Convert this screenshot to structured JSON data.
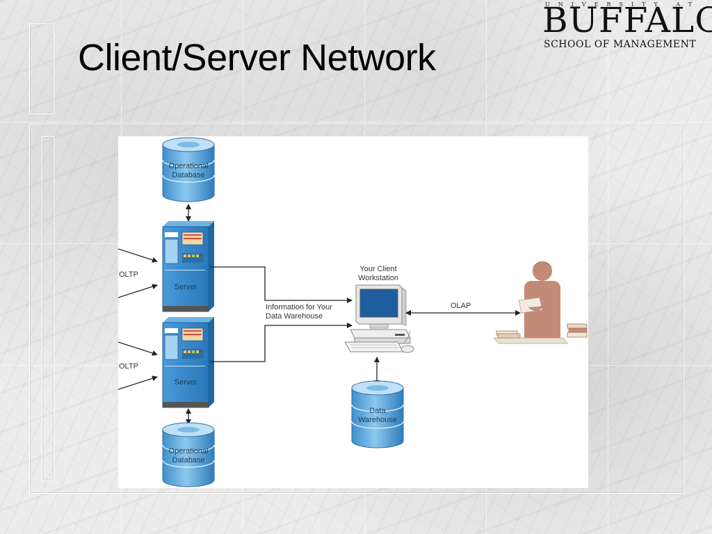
{
  "slide": {
    "title": "Client/Server Network"
  },
  "logo": {
    "top_text": "UNIVERSITY AT",
    "main_text": "BUFFALO",
    "sub_text": "SCHOOL OF MANAGEMENT"
  },
  "diagram": {
    "db_top_label": "Operational\nDatabase",
    "server_top_label": "Server",
    "oltp_top_label": "OLTP",
    "server_bottom_label": "Server",
    "oltp_bottom_label": "OLTP",
    "db_bottom_label": "Operational\nDatabase",
    "info_label": "Information for Your\nData Warehouse",
    "client_label": "Your Client\nWorkstation",
    "olap_label": "OLAP",
    "warehouse_label": "Data\nWarehouse",
    "colors": {
      "cylinder": "#5aa7dc",
      "server": "#3d8fd0",
      "person": "#c48a78",
      "arrow": "#222222"
    }
  }
}
